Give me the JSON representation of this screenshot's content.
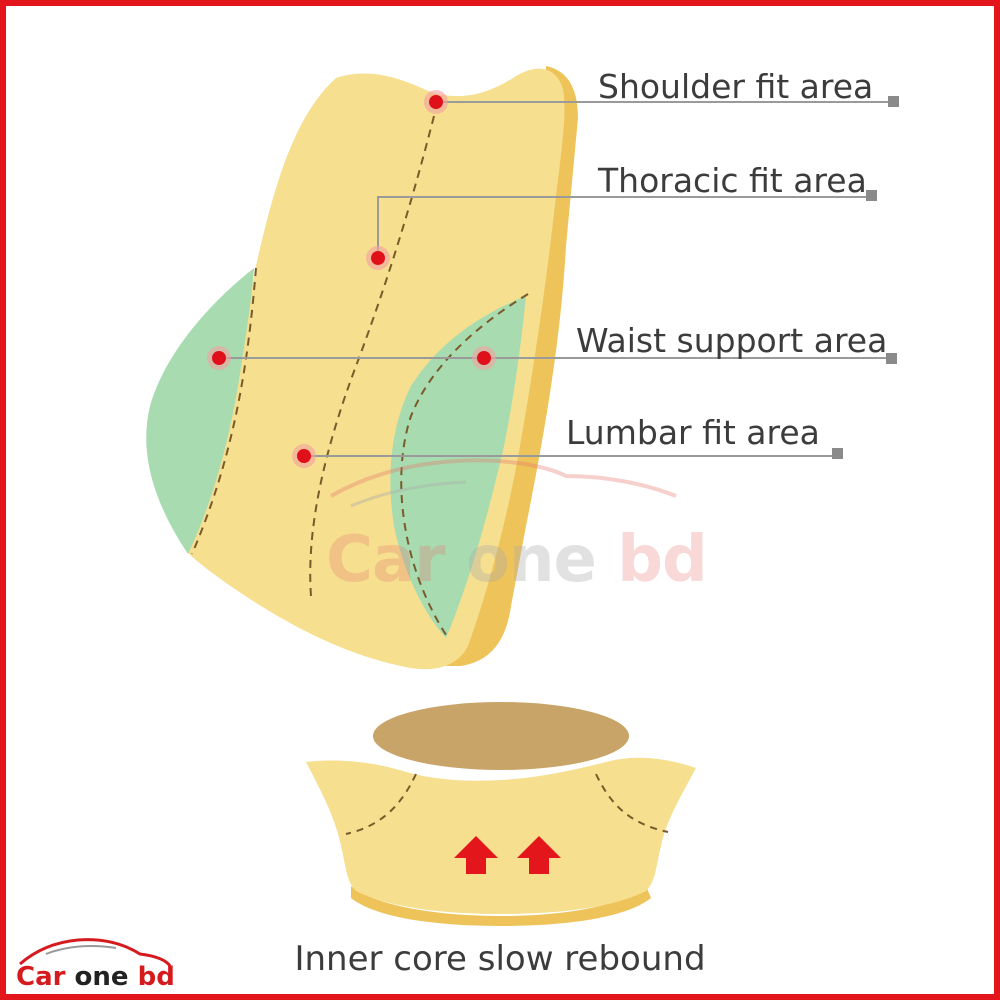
{
  "callouts": [
    {
      "id": "shoulder",
      "label": "Shoulder fit area"
    },
    {
      "id": "thoracic",
      "label": "Thoracic fit area"
    },
    {
      "id": "waist",
      "label": "Waist support area"
    },
    {
      "id": "lumbar",
      "label": "Lumbar fit area"
    }
  ],
  "caption": "Inner core slow rebound",
  "brand": {
    "part1": "Car",
    "part2": "one",
    "part3": "bd"
  },
  "colors": {
    "border": "#e3161b",
    "cushion": "#f6df8f",
    "cushion_side": "#eec45a",
    "support_green": "#a8dcb0",
    "core": "#c9a468",
    "marker": "#e0101a",
    "arrow": "#e3161b",
    "line": "#9a9a9a"
  }
}
